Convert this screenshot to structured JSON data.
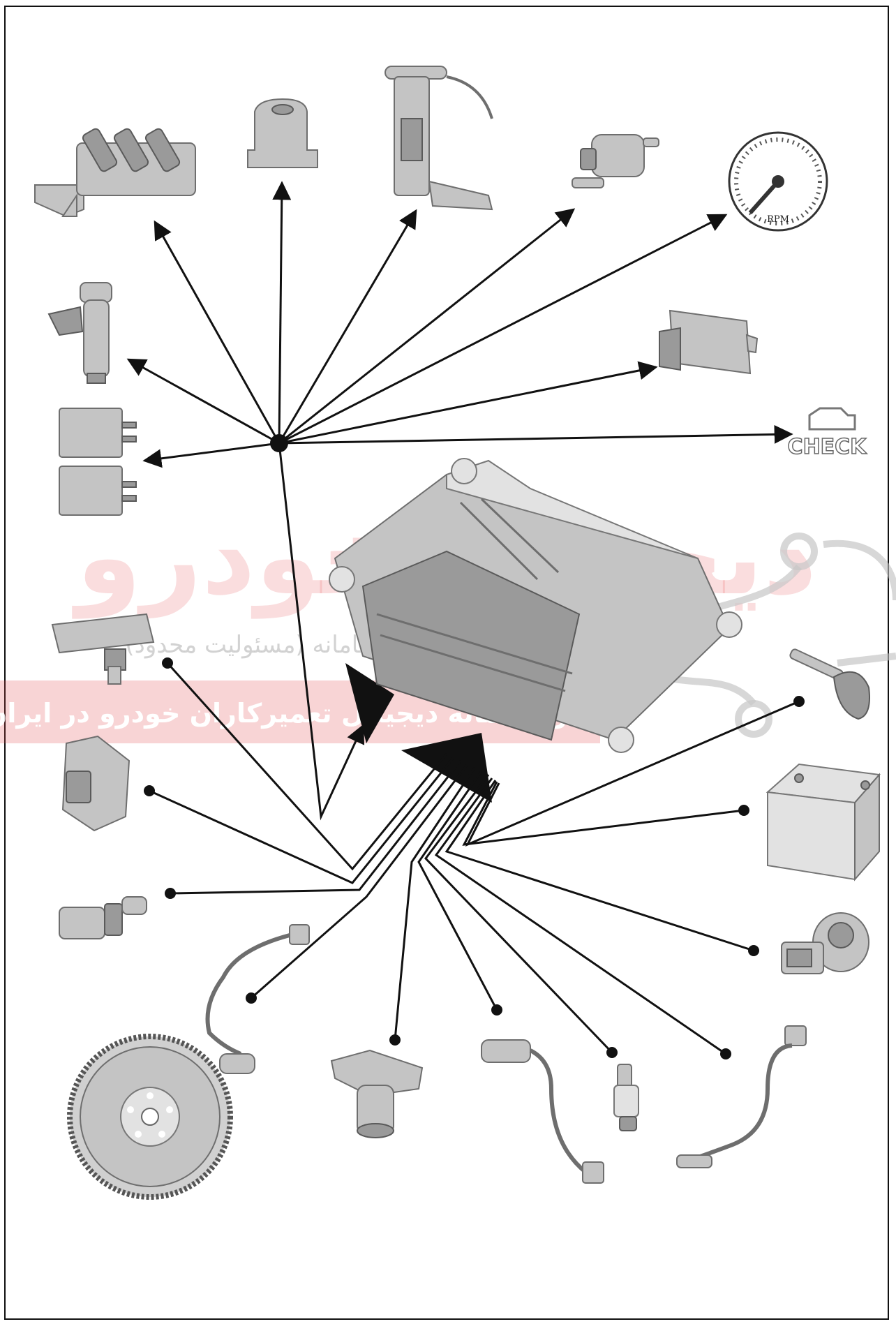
{
  "labels": {
    "tachometer": "RPM",
    "check_engine": "CHECK"
  },
  "watermark": {
    "brand": "دیجیتال خودرو",
    "subtitle": "شرکت دیجیتال خودرو سامانه (مسئولیت محدود)",
    "banner": "اولین سامانه دیجیتال تعمیرکاران خودرو در ایران"
  },
  "colors": {
    "line": "#111111",
    "component_fill": "#c4c4c4",
    "watermark_red": "#e4474c",
    "watermark_gray": "#bdbdbd"
  },
  "icons": [
    "ignition-coil-icon",
    "canister-icon",
    "fuel-pump-icon",
    "purge-valve-icon",
    "tachometer-icon",
    "fuel-injector-icon",
    "relay-box-icon",
    "relay-icon",
    "check-engine-icon",
    "map-sensor-icon",
    "ecu-icon",
    "key-icon",
    "battery-icon",
    "pedal-sensor-icon",
    "temperature-sensor-icon",
    "knock-sensor-icon",
    "crankshaft-sensor-icon",
    "flywheel-icon",
    "camshaft-sensor-icon",
    "throttle-sensor-icon",
    "oil-pressure-switch-icon",
    "oxygen-sensor-icon"
  ]
}
